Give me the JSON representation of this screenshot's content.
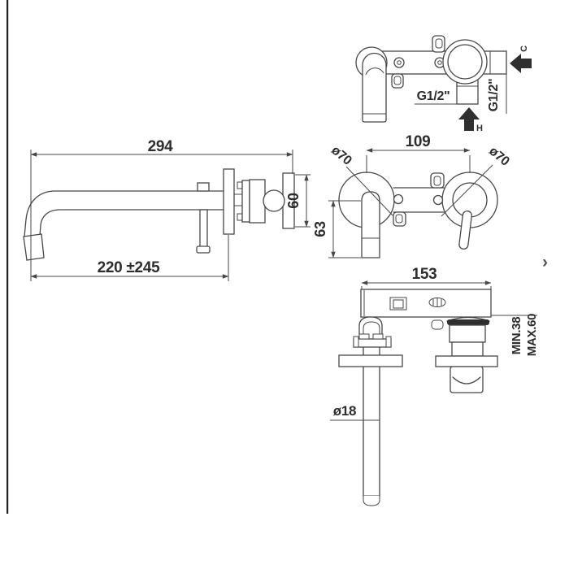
{
  "drawing": {
    "colors": {
      "line": "#474747",
      "text": "#2d2d2d",
      "arrow_fill": "#2f2f2f",
      "background": "#ffffff",
      "chevron": "#555555"
    },
    "top_view": {
      "hot_thread_label": "G1/2\"",
      "cold_thread_label": "G1/2\"",
      "hot_arrow_letter": "H",
      "cold_arrow_letter": "C"
    },
    "side_view": {
      "total_length": "294",
      "spout_projection": "220 ±245",
      "body_height": "60"
    },
    "front_view": {
      "centers_distance": "109",
      "spout_flange_diameter": "ø70",
      "handle_flange_diameter": "ø70",
      "outlet_drop": "63"
    },
    "installed_view": {
      "bracket_width": "153",
      "plaster_depth_min": "MIN.38",
      "plaster_depth_max": "MAX.60",
      "spout_diameter": "ø18"
    },
    "carousel_next_glyph": "›"
  }
}
